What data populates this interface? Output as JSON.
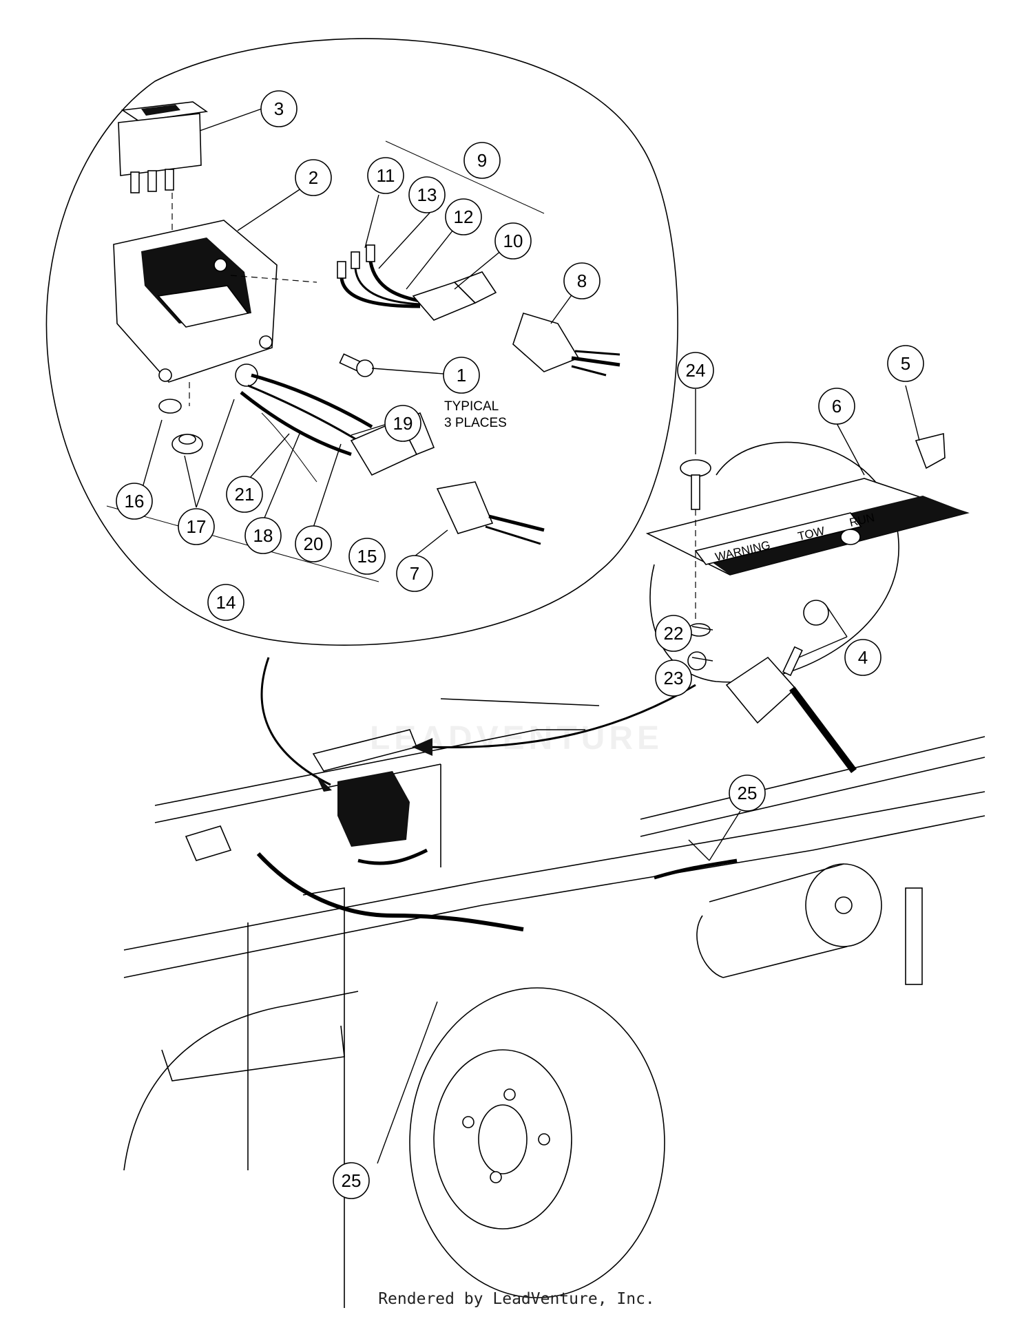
{
  "diagram": {
    "callouts": [
      "1",
      "2",
      "3",
      "4",
      "5",
      "6",
      "7",
      "8",
      "9",
      "10",
      "11",
      "12",
      "13",
      "14",
      "15",
      "16",
      "17",
      "18",
      "19",
      "20",
      "21",
      "22",
      "23",
      "24",
      "25",
      "25"
    ],
    "note_line1": "TYPICAL",
    "note_line2": "3 PLACES",
    "decal": {
      "warning": "WARNING",
      "tow": "TOW",
      "run": "RUN"
    },
    "watermark": "LEADVENTURE"
  },
  "footer": {
    "text": "Rendered by LeadVenture, Inc."
  }
}
